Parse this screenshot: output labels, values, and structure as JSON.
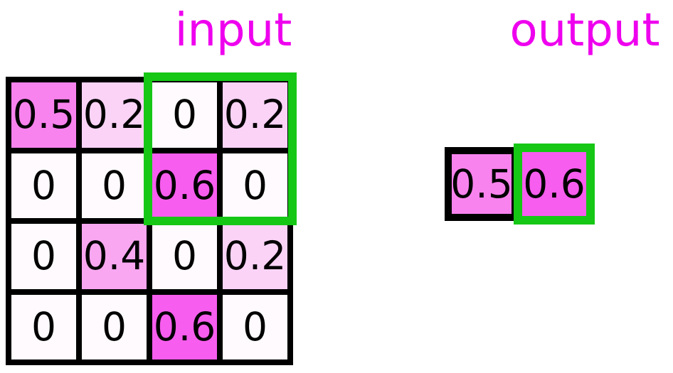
{
  "titles": {
    "input": "input",
    "output": "output"
  },
  "colors": {
    "title_text": "#ee00ee",
    "grid_line": "#000000",
    "highlight_green": "#16c716",
    "value_scale": {
      "0": "#fefafd",
      "0.2": "#fbd3f7",
      "0.4": "#f9a7f1",
      "0.5": "#f983ee",
      "0.6": "#f75dee"
    }
  },
  "input_grid": {
    "rows": 4,
    "cols": 4,
    "values": [
      [
        "0.5",
        "0.2",
        "0",
        "0.2"
      ],
      [
        "0",
        "0",
        "0.6",
        "0"
      ],
      [
        "0",
        "0.4",
        "0",
        "0.2"
      ],
      [
        "0",
        "0",
        "0.6",
        "0"
      ]
    ],
    "highlight_region": {
      "row_start": 1,
      "row_end": 2,
      "col_start": 3,
      "col_end": 4
    }
  },
  "output_cells": [
    {
      "value": "0.5",
      "highlighted": false
    },
    {
      "value": "0.6",
      "highlighted": true
    }
  ]
}
